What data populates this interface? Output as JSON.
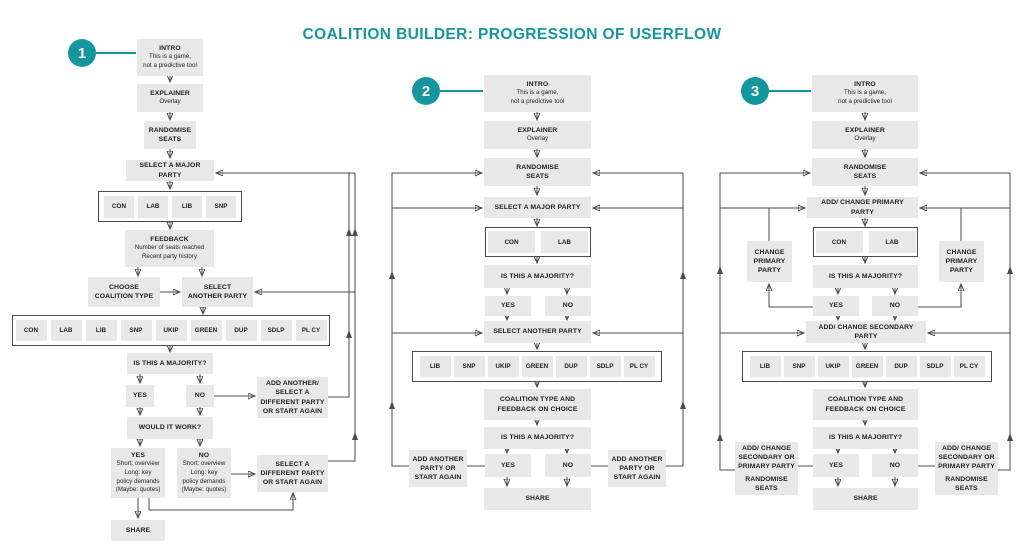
{
  "title": "COALITION BUILDER: PROGRESSION OF USERFLOW",
  "colors": {
    "accent": "#14969E",
    "box_bg": "#E8E8E9",
    "line": "#4B4B4D",
    "text": "#1D1D1F"
  },
  "flow1": {
    "badge": "1",
    "intro_title": "INTRO",
    "intro_sub": "This is a game,\nnot a predictive tool",
    "explainer_title": "EXPLAINER",
    "explainer_sub": "Overlay",
    "randomise": "RANDOMISE\nSEATS",
    "select_major": "SELECT A MAJOR PARTY",
    "major_parties": [
      "CON",
      "LAB",
      "LIB",
      "SNP"
    ],
    "feedback_title": "FEEDBACK",
    "feedback_sub": "Number of seats reached\nRecent party history",
    "choose_type": "CHOOSE\nCOALITION TYPE",
    "select_another": "SELECT\nANOTHER PARTY",
    "all_parties": [
      "CON",
      "LAB",
      "LIB",
      "SNP",
      "UKIP",
      "GREEN",
      "DUP",
      "SDLP",
      "PL CY"
    ],
    "majority_q": "IS THIS A MAJORITY?",
    "yes": "YES",
    "no": "NO",
    "add_another": "ADD ANOTHER/\nSELECT A\nDIFFERENT PARTY\nOR START AGAIN",
    "would_it_work": "WOULD IT WORK?",
    "yes_outcome_title": "YES",
    "yes_outcome_sub": "Short: overview\nLong: key\npolicy demands\n(Maybe: quotes)",
    "no_outcome_title": "NO",
    "no_outcome_sub": "Short: overview\nLong: key\npolicy demands\n(Maybe: quotes)",
    "select_different": "SELECT A\nDIFFERENT PARTY\nOR START AGAIN",
    "share": "SHARE"
  },
  "flow2": {
    "badge": "2",
    "intro_title": "INTRO",
    "intro_sub": "This is a game,\nnot a predictive tool",
    "explainer_title": "EXPLAINER",
    "explainer_sub": "Overlay",
    "randomise": "RANDOMISE\nSEATS",
    "select_major": "SELECT A MAJOR PARTY",
    "major_parties": [
      "CON",
      "LAB"
    ],
    "majority_q1": "IS THIS A MAJORITY?",
    "yes1": "YES",
    "no1": "NO",
    "select_another": "SELECT ANOTHER PARTY",
    "secondary_parties": [
      "LIB",
      "SNP",
      "UKIP",
      "GREEN",
      "DUP",
      "SDLP",
      "PL CY"
    ],
    "coalition_feedback": "COALITION TYPE AND\nFEEDBACK ON CHOICE",
    "majority_q2": "IS THIS A MAJORITY?",
    "yes2": "YES",
    "no2": "NO",
    "add_left": "ADD ANOTHER\nPARTY OR\nSTART AGAIN",
    "add_right": "ADD ANOTHER\nPARTY OR\nSTART AGAIN",
    "share": "SHARE"
  },
  "flow3": {
    "badge": "3",
    "intro_title": "INTRO",
    "intro_sub": "This is a game,\nnot a predictive tool",
    "explainer_title": "EXPLAINER",
    "explainer_sub": "Overlay",
    "randomise": "RANDOMISE\nSEATS",
    "add_change_primary": "ADD/ CHANGE PRIMARY PARTY",
    "primary_parties": [
      "CON",
      "LAB"
    ],
    "change_primary_left": "CHANGE\nPRIMARY\nPARTY",
    "change_primary_right": "CHANGE\nPRIMARY\nPARTY",
    "majority_q1": "IS THIS A MAJORITY?",
    "yes1": "YES",
    "no1": "NO",
    "add_change_secondary": "ADD/ CHANGE SECONDARY PARTY",
    "secondary_parties": [
      "LIB",
      "SNP",
      "UKIP",
      "GREEN",
      "DUP",
      "SDLP",
      "PL CY"
    ],
    "coalition_feedback": "COALITION TYPE AND\nFEEDBACK ON CHOICE",
    "majority_q2": "IS THIS A MAJORITY?",
    "yes2": "YES",
    "no2": "NO",
    "side_left_a": "ADD/ CHANGE\nSECONDARY OR\nPRIMARY PARTY",
    "side_left_b": "RANDOMISE\nSEATS",
    "side_right_a": "ADD/ CHANGE\nSECONDARY OR\nPRIMARY PARTY",
    "side_right_b": "RANDOMISE\nSEATS",
    "share": "SHARE"
  }
}
